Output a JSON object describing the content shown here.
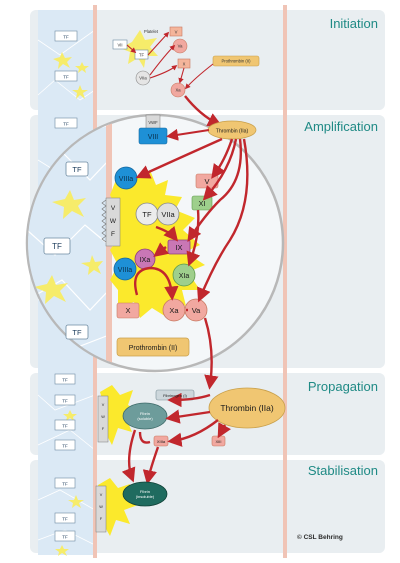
{
  "phases": {
    "initiation": "Initiation",
    "amplification": "Amplification",
    "propagation": "Propagation",
    "stabilisation": "Stabilisation"
  },
  "copyright": "© CSL Behring",
  "labels": {
    "tf": "TF",
    "platelet": "Platelet",
    "vii": "VII",
    "viia": "VIIa",
    "v": "V",
    "va": "Va",
    "x": "X",
    "xa": "Xa",
    "prothrombin": "Prothrombin (II)",
    "vwf": "VWF",
    "vwf_v": "V",
    "vwf_w": "W",
    "vwf_f": "F",
    "viii": "VIII",
    "viiia": "VIIIa",
    "thrombin": "Thrombin (IIa)",
    "xi": "XI",
    "xia": "XIa",
    "ix": "IX",
    "ixa": "IXa",
    "fibrinogen": "Fibrinogen (I)",
    "fibrin_soluble_1": "Fibrin",
    "fibrin_soluble_2": "(soluble)",
    "xiii": "XIII",
    "xiiia": "XIIIa",
    "fibrin_insoluble_1": "Fibrin",
    "fibrin_insoluble_2": "(insoluble)"
  },
  "colors": {
    "panel": "#e9eef1",
    "cell_strip": "#dbe9f5",
    "vessel_line": "#f0c4b6",
    "arrow": "#c1272d",
    "thrombin": "#f0c672",
    "accent_text": "#1f8a85"
  }
}
